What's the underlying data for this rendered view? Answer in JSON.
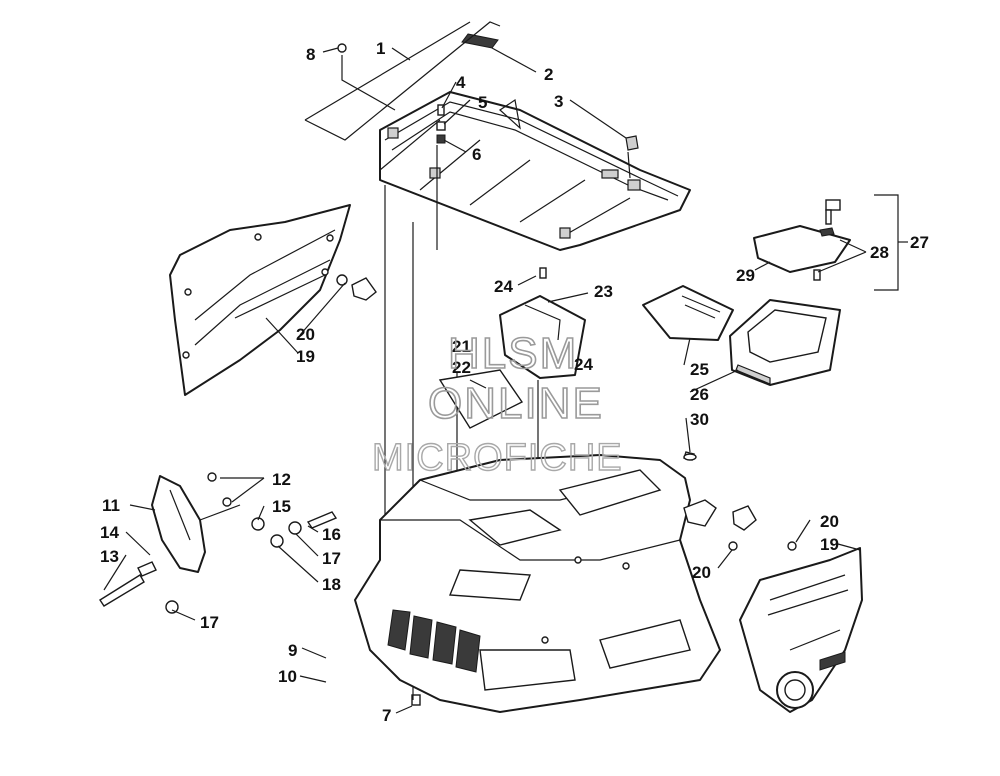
{
  "callouts": {
    "c1": "1",
    "c2": "2",
    "c3": "3",
    "c4": "4",
    "c5": "5",
    "c6": "6",
    "c7": "7",
    "c8": "8",
    "c9": "9",
    "c10": "10",
    "c11": "11",
    "c12": "12",
    "c13": "13",
    "c14": "14",
    "c15": "15",
    "c16": "16",
    "c17a": "17",
    "c17b": "17",
    "c18": "18",
    "c19a": "19",
    "c19b": "19",
    "c20a": "20",
    "c20b": "20",
    "c20c": "20",
    "c21": "21",
    "c22": "22",
    "c23": "23",
    "c24a": "24",
    "c24b": "24",
    "c25": "25",
    "c26": "26",
    "c27": "27",
    "c28": "28",
    "c29": "29",
    "c30": "30"
  },
  "watermark": {
    "line1": "HLSM",
    "line2": "ONLINE",
    "line3": "MICROFICHE"
  }
}
